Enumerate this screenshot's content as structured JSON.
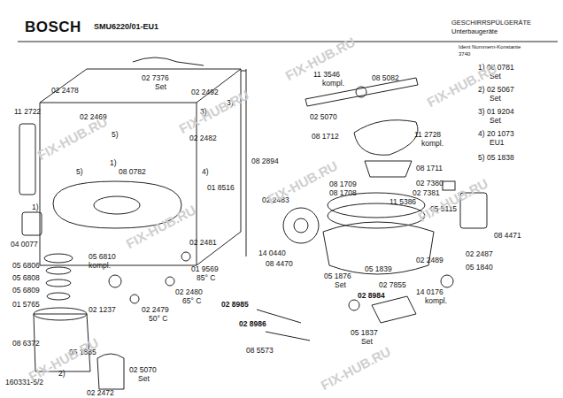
{
  "diagram": {
    "labels": [
      "BOSCH",
      "SMU6220/01-EU1",
      "GESCHIRRSPÜLGERÄTE",
      "Unterbaugeräte",
      "Ident Nummern-Konstante",
      "3740",
      "1) 08 0781",
      "Set",
      "2) 02 5067",
      "Set",
      "3) 01 9204",
      "Set",
      "4) 20 1073",
      "EU1",
      "5) 05 1838",
      "02 2478",
      "02 7376",
      "Set",
      "02 2492",
      "3)",
      "3)",
      "11 2722",
      "02 2469",
      "5)",
      "5)",
      "02 2482",
      "1)",
      "08 0782",
      "4)",
      "01 8516",
      "08 2894",
      "1)",
      "04 0077",
      "02 2481",
      "05 6810",
      "kompl.",
      "01 9569",
      "85° C",
      "05 6806",
      "05 6808",
      "05 6809",
      "01 5765",
      "02 2480",
      "65° C",
      "02 1237",
      "02 2479",
      "50° C",
      "08 6372",
      "05 1835",
      "2)",
      "02 5070",
      "Set",
      "02 2472",
      "160331-5/2",
      "11 3546",
      "kompl.",
      "08 5082",
      "02 5070",
      "08 1712",
      "11 2728",
      "kompl.",
      "08 1711",
      "02 2483",
      "08 1709",
      "08 1708",
      "02 7380",
      "02 7381",
      "05 5115",
      "11 5386",
      "08 4471",
      "14 0440",
      "08 4470",
      "05 1876",
      "Set",
      "05 1839",
      "02 7855",
      "02 2489",
      "02 2487",
      "05 1840",
      "02 8984",
      "14 0176",
      "kompl.",
      "02 8985",
      "02 8986",
      "05 1837",
      "Set",
      "08 5573",
      "FIX-HUB.RU",
      "FIX-HUB.RU",
      "FIX-HUB.RU",
      "FIX-HUB.RU",
      "FIX-HUB.RU",
      "FIX-HUB.RU",
      "FIX-HUB.RU",
      "FIX-HUB.RU",
      "FIX-HUB.RU"
    ]
  }
}
